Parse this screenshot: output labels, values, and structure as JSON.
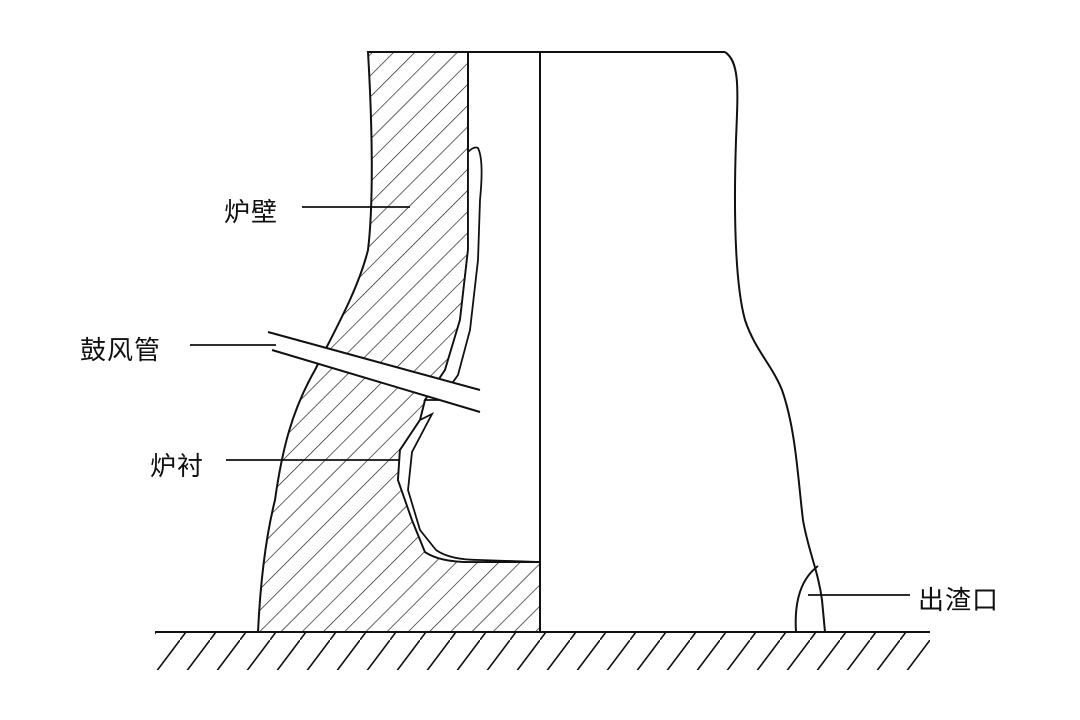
{
  "labels": {
    "furnace_wall": "炉壁",
    "tuyere": "鼓风管",
    "lining": "炉衬",
    "slag_outlet": "出渣口"
  },
  "colors": {
    "stroke": "#111111",
    "background": "#ffffff"
  }
}
